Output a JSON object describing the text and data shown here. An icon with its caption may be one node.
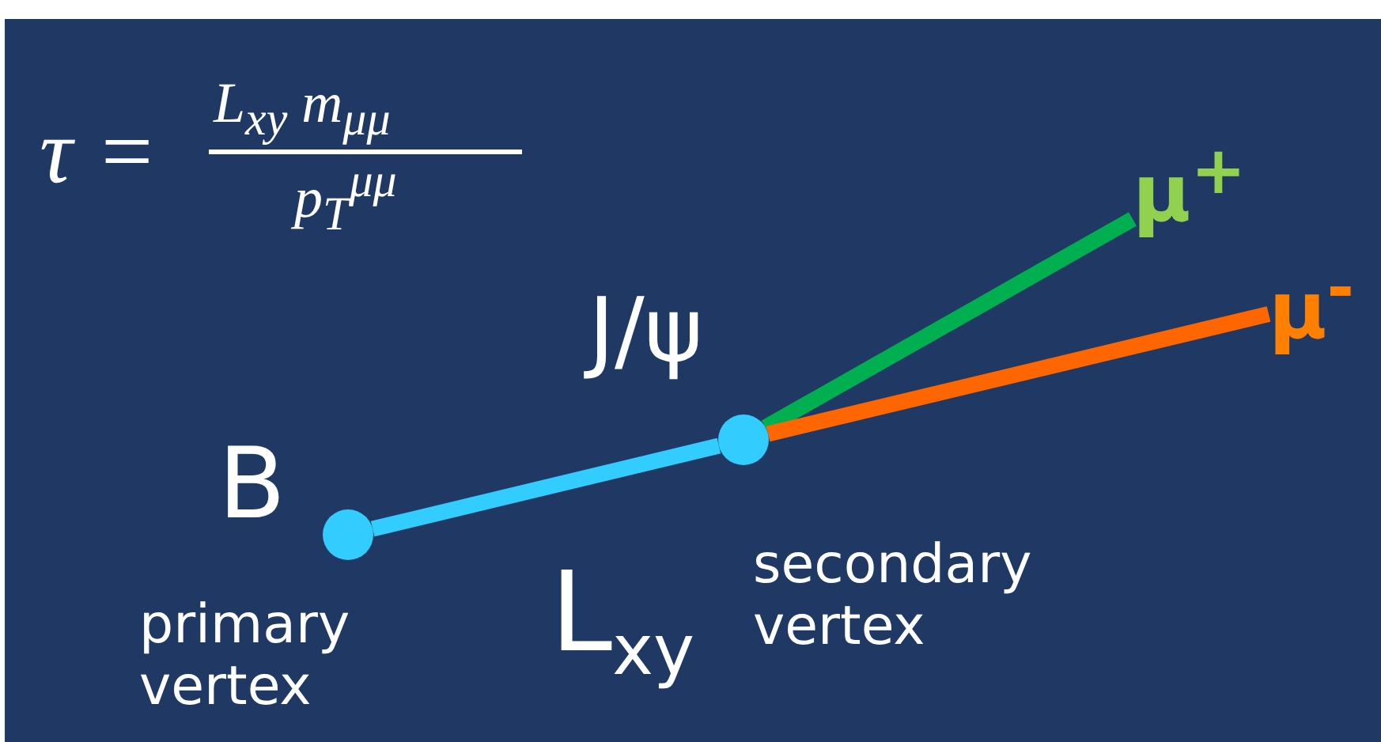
{
  "diagram": {
    "nodes": [
      {
        "text": [],
        "shape": "circle",
        "beside": [
          "B",
          "primary vertex"
        ]
      },
      {
        "text": [],
        "shape": "circle",
        "beside": [
          "J/ψ",
          "secondary vertex"
        ]
      },
      {
        "text": [
          "μ$^{+}$"
        ]
      },
      {
        "text": [
          "μ$^{-}$"
        ]
      }
    ],
    "edges": [
      {
        "from": 0,
        "to": 1,
        "arrow": "none",
        "label": "L$_{xy}$",
        "color": "#33ccff"
      },
      {
        "from": 1,
        "to": 2,
        "arrow": "none",
        "color": "#00b050"
      },
      {
        "from": 1,
        "to": 3,
        "arrow": "none",
        "color": "#ff6600"
      }
    ],
    "labels": [
      "τ =",
      "L$_{xy}$ m$_{μμ}$",
      "p$_{T}$$^{μμ}$"
    ]
  }
}
